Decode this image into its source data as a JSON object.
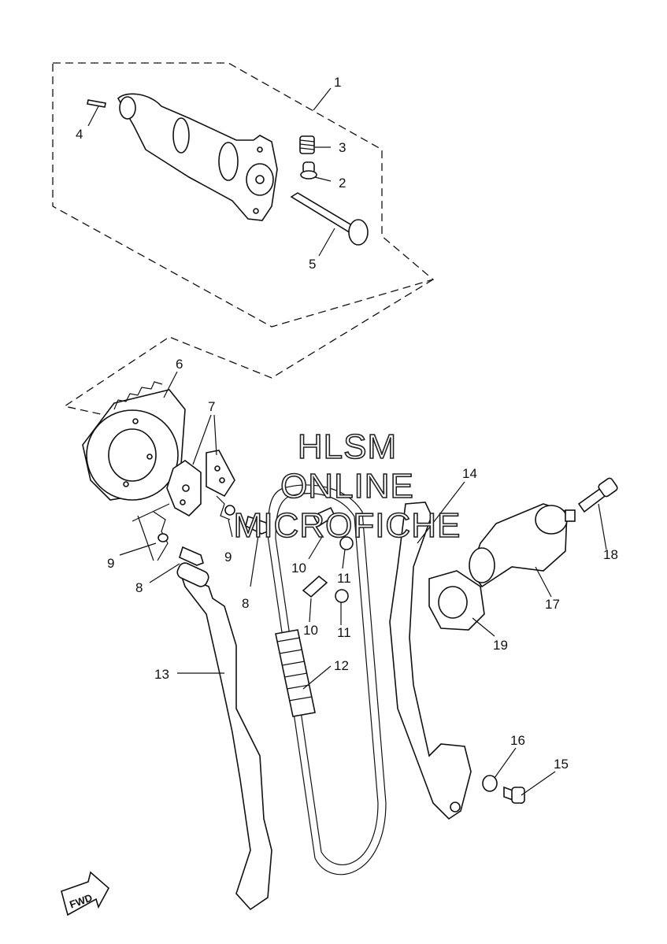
{
  "watermark": {
    "line1": "HLSM",
    "line2": "ONLINE",
    "line3": "MICROFICHE"
  },
  "fwd_label": "FWD",
  "callouts": [
    {
      "id": "1",
      "text": "1"
    },
    {
      "id": "2",
      "text": "2"
    },
    {
      "id": "3",
      "text": "3"
    },
    {
      "id": "4",
      "text": "4"
    },
    {
      "id": "5",
      "text": "5"
    },
    {
      "id": "6",
      "text": "6"
    },
    {
      "id": "7",
      "text": "7"
    },
    {
      "id": "8a",
      "text": "8"
    },
    {
      "id": "8b",
      "text": "8"
    },
    {
      "id": "9a",
      "text": "9"
    },
    {
      "id": "9b",
      "text": "9"
    },
    {
      "id": "10a",
      "text": "10"
    },
    {
      "id": "10b",
      "text": "10"
    },
    {
      "id": "11a",
      "text": "11"
    },
    {
      "id": "11b",
      "text": "11"
    },
    {
      "id": "12",
      "text": "12"
    },
    {
      "id": "13",
      "text": "13"
    },
    {
      "id": "14",
      "text": "14"
    },
    {
      "id": "15",
      "text": "15"
    },
    {
      "id": "16",
      "text": "16"
    },
    {
      "id": "17",
      "text": "17"
    },
    {
      "id": "18",
      "text": "18"
    },
    {
      "id": "19",
      "text": "19"
    }
  ]
}
